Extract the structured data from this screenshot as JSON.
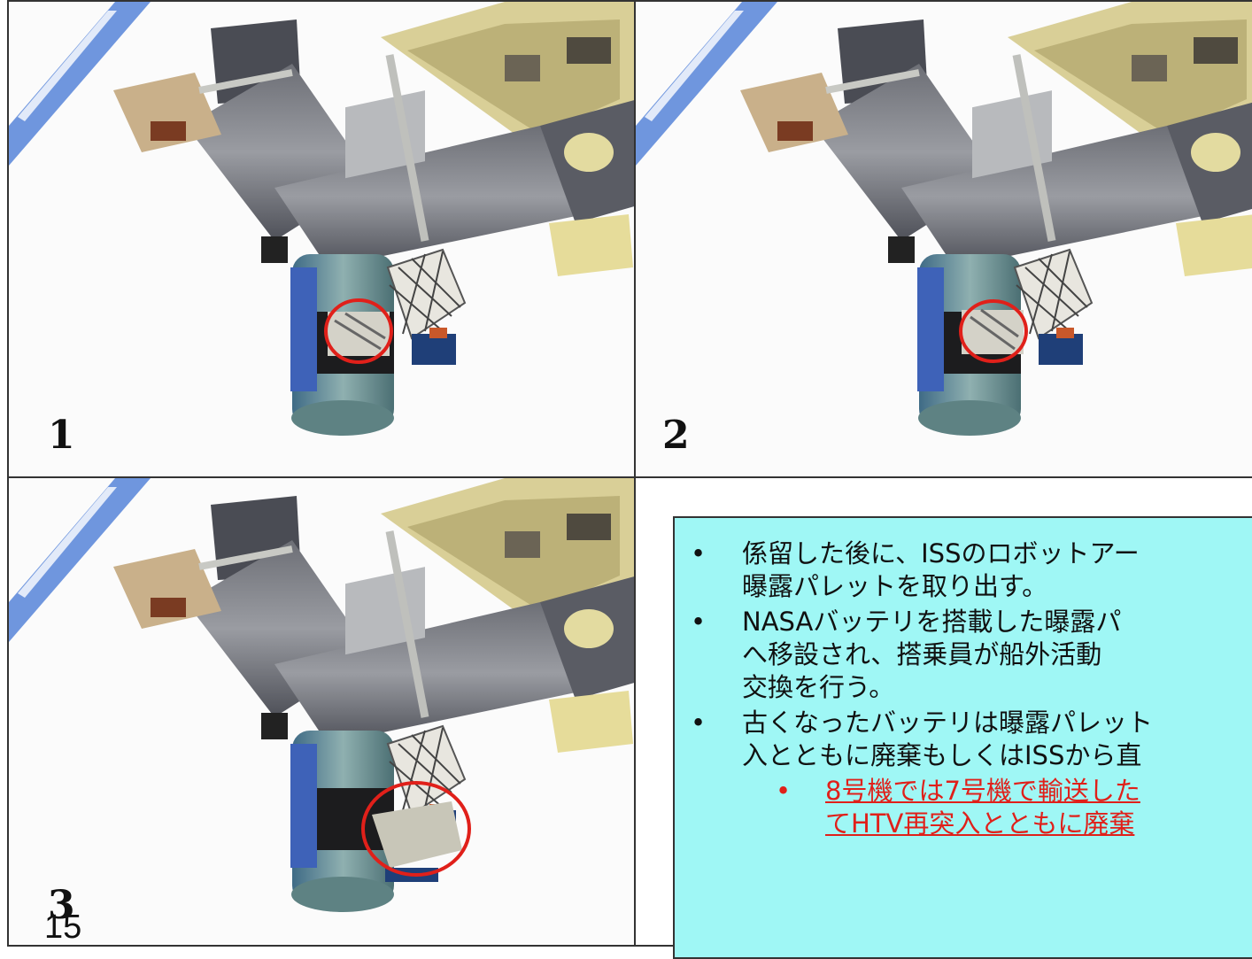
{
  "frames": [
    {
      "label": "1"
    },
    {
      "label": "2"
    },
    {
      "label": "3"
    }
  ],
  "slide_number": "15",
  "bullets": [
    {
      "lines": [
        "係留した後に、ISSのロボットアー",
        "曝露パレットを取り出す。"
      ]
    },
    {
      "lines": [
        "NASAバッテリを搭載した曝露パ",
        "へ移設され、搭乗員が船外活動",
        "交換を行う。"
      ]
    },
    {
      "lines": [
        "古くなったバッテリは曝露パレット",
        "入とともに廃棄もしくはISSから直"
      ]
    }
  ],
  "sub_bullet": {
    "lines": [
      "8号機では7号機で輸送した",
      "てHTV再突入とともに廃棄"
    ]
  },
  "colors": {
    "highlight_circle": "#e0201a",
    "textbox_bg": "#9ff7f5",
    "sub_text": "#e0201a"
  }
}
